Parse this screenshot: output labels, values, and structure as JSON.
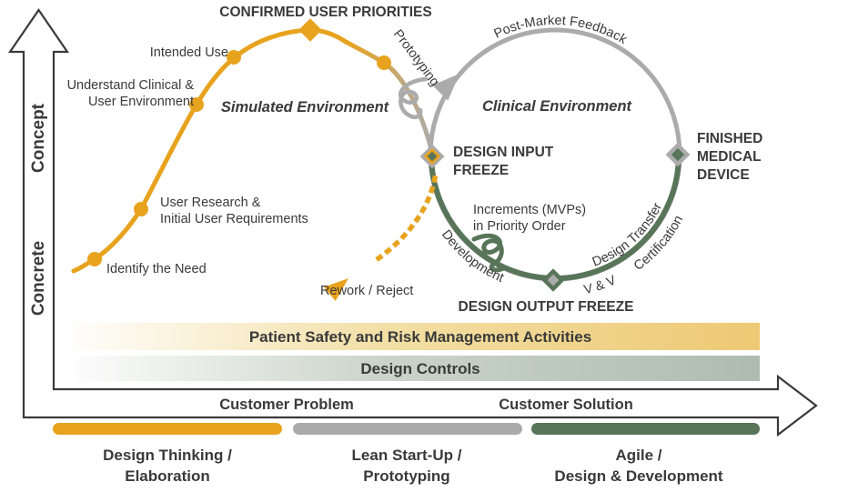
{
  "colors": {
    "orange": "#E8A31E",
    "gray": "#ABABAB",
    "green": "#587559",
    "dark_text": "#3A3A3A",
    "risk_bar_end": "#EDC973",
    "controls_bar_end": "#AEBCB0"
  },
  "axes": {
    "y_top": "Concept",
    "y_bottom": "Concrete",
    "x_left": "Customer Problem",
    "x_right": "Customer Solution"
  },
  "s_curve": {
    "identify_need": "Identify the Need",
    "user_research_1": "User Research &",
    "user_research_2": "Initial User Requirements",
    "understand_1": "Understand Clinical &",
    "understand_2": "User Environment",
    "intended_use": "Intended Use",
    "confirmed_priorities": "CONFIRMED USER PRIORITIES",
    "prototyping": "Prototyping",
    "environment": "Simulated Environment",
    "rework": "Rework / Reject"
  },
  "cycle": {
    "environment": "Clinical Environment",
    "post_market_feedback": "Post-Market Feedback",
    "design_input_1": "DESIGN INPUT",
    "design_input_2": "FREEZE",
    "increments_1": "Increments (MVPs)",
    "increments_2": "in Priority Order",
    "development": "Development",
    "v_and_v": "V & V",
    "design_transfer": "Design Transfer",
    "certification": "Certification",
    "design_output": "DESIGN OUTPUT FREEZE",
    "finished_1": "FINISHED",
    "finished_2": "MEDICAL",
    "finished_3": "DEVICE"
  },
  "overlay_bars": {
    "risk": "Patient Safety and Risk Management Activities",
    "controls": "Design Controls"
  },
  "legend": [
    {
      "line1": "Design Thinking /",
      "line2": "Elaboration"
    },
    {
      "line1": "Lean Start-Up /",
      "line2": "Prototyping"
    },
    {
      "line1": "Agile /",
      "line2": "Design & Development"
    }
  ]
}
